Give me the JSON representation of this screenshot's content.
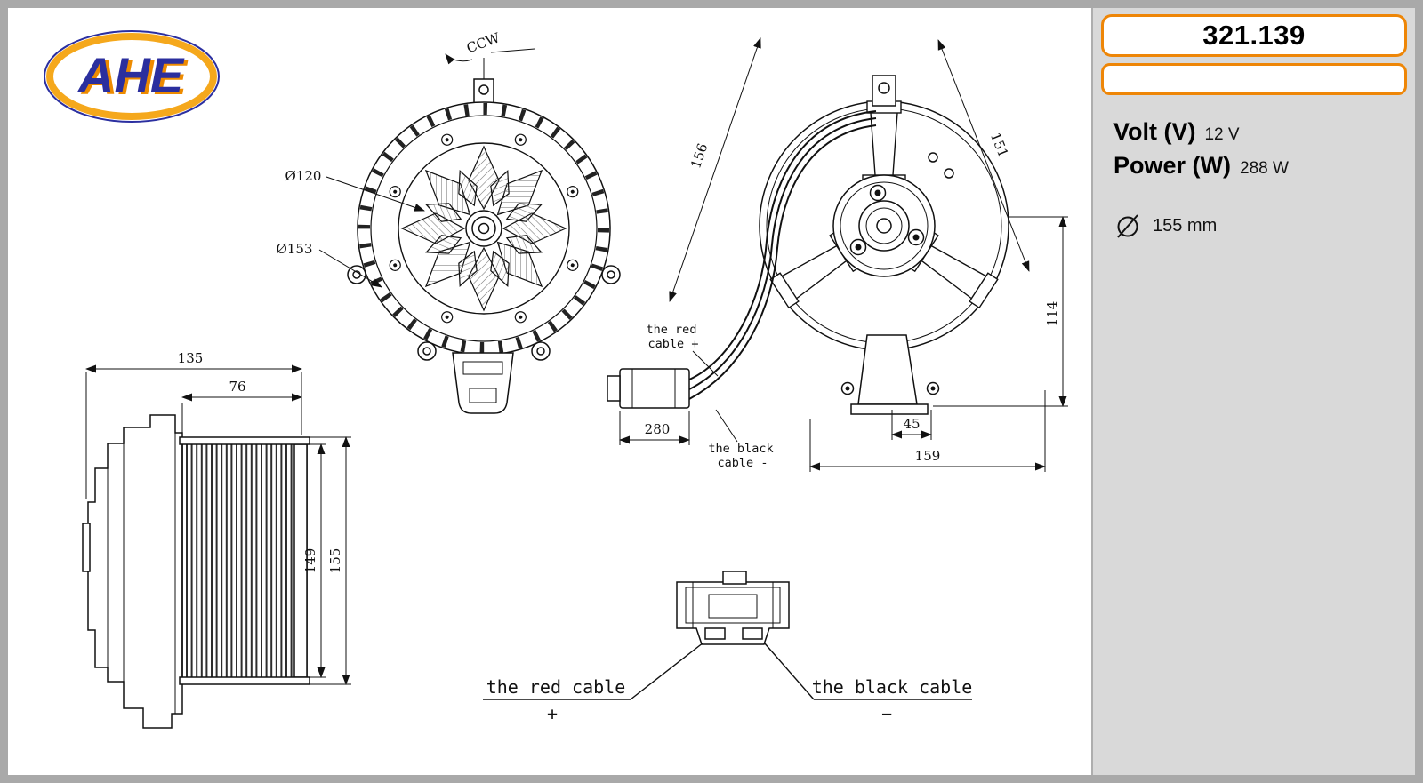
{
  "logo": {
    "text": "AHE"
  },
  "sidebar": {
    "part_number": "321.139",
    "volt_label": "Volt (V)",
    "volt_value": "12 V",
    "power_label": "Power (W)",
    "power_value": "288 W",
    "diameter_value": "155 mm"
  },
  "front_view": {
    "rotation_label": "CCW",
    "dim_hub_diameter": "Ø120",
    "dim_outer_diameter": "Ø153"
  },
  "rear_view": {
    "dim_upper_left": "156",
    "dim_upper_right": "151",
    "dim_right_height": "114",
    "dim_foot_width": "45",
    "dim_overall_width": "159",
    "dim_cable_length": "280",
    "red_cable_line1": "the red",
    "red_cable_line2": "cable +",
    "black_cable_line1": "the black",
    "black_cable_line2": "cable -"
  },
  "side_view": {
    "dim_overall_length": "135",
    "dim_wheel_length": "76",
    "dim_wheel_height": "149",
    "dim_overall_height": "155"
  },
  "connector_view": {
    "red_cable_label": "the red cable",
    "red_cable_sign": "+",
    "black_cable_label": "the black cable",
    "black_cable_sign": "−"
  }
}
